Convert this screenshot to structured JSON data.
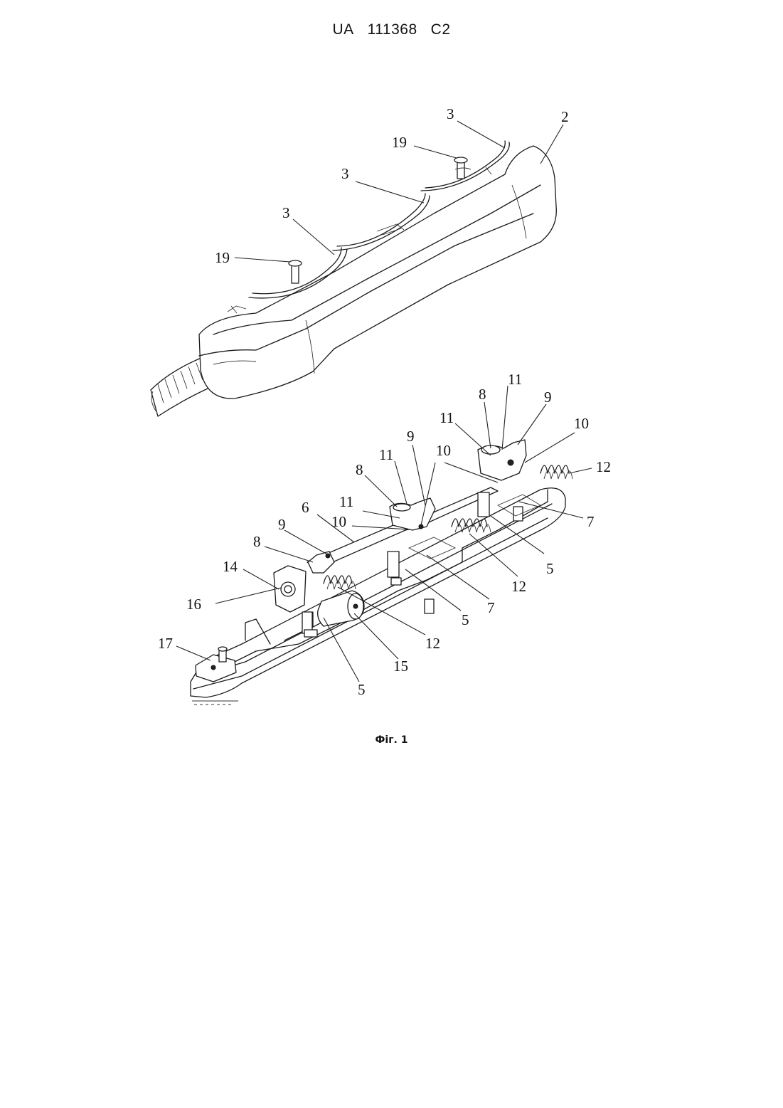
{
  "header": {
    "country": "UA",
    "number": "111368",
    "kind": "C2"
  },
  "caption": "Фіг. 1",
  "top_assembly_labels": [
    "3",
    "2",
    "19",
    "3",
    "3",
    "19"
  ],
  "bottom_assembly_labels": [
    "11",
    "9",
    "8",
    "11",
    "10",
    "9",
    "11",
    "12",
    "8",
    "10",
    "11",
    "6",
    "10",
    "7",
    "9",
    "8",
    "14",
    "5",
    "12",
    "16",
    "7",
    "5",
    "12",
    "17",
    "15",
    "5"
  ]
}
